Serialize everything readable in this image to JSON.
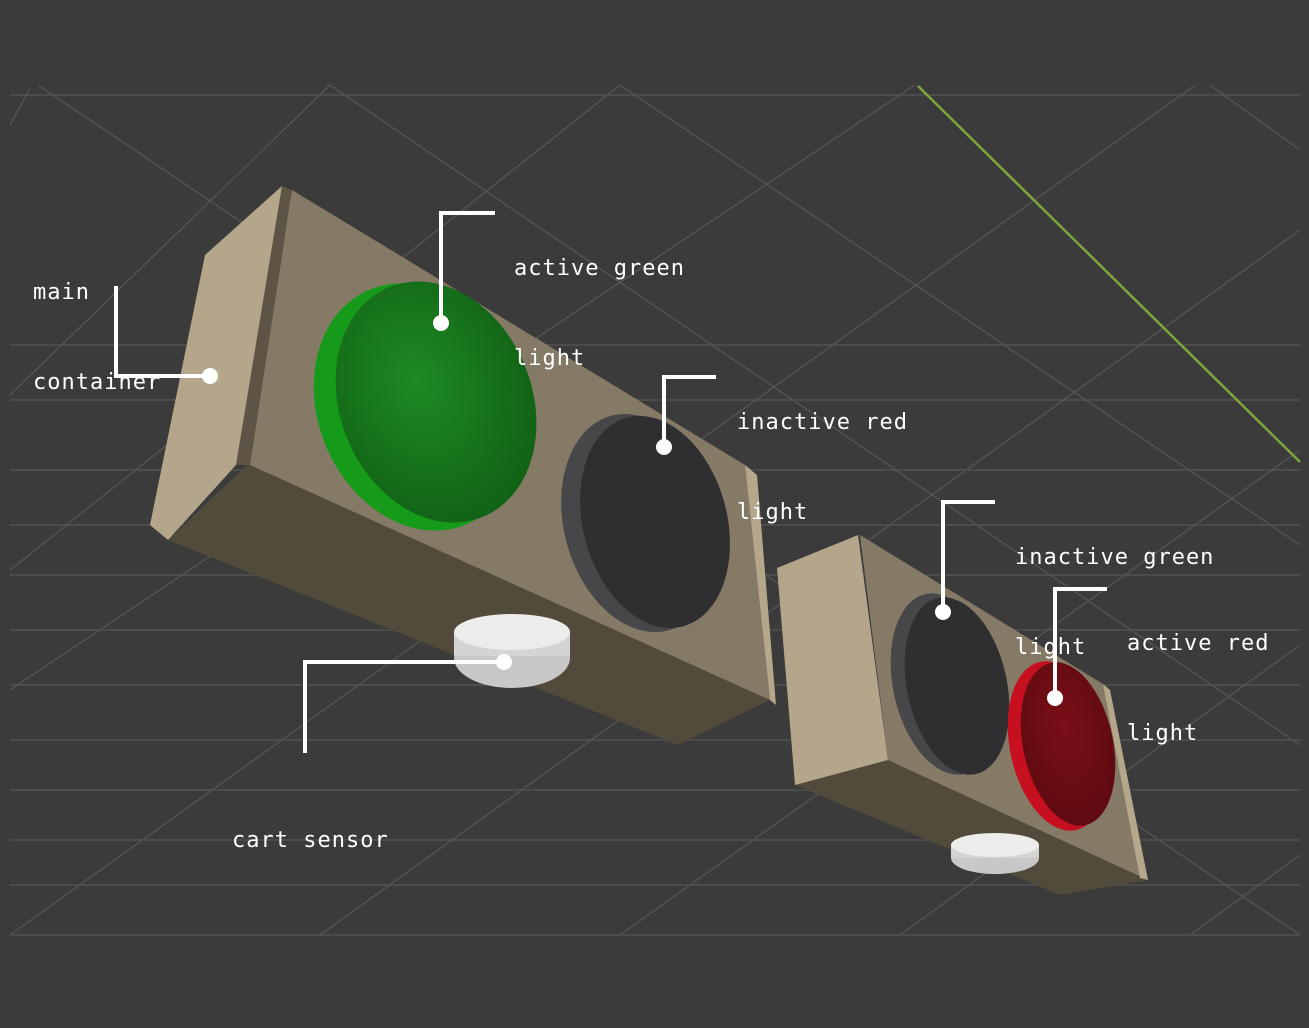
{
  "colors": {
    "background": "#3b3b3b",
    "grid": "#5a5a5a",
    "axis": "#7ea63c",
    "housing_front": "#847866",
    "housing_side": "#b3a58a",
    "housing_bottom": "#52493a",
    "green_active": "#17861a",
    "red_active": "#a0101c",
    "lens_inactive": "#2d2d2f",
    "sensor": "#bfbfbf",
    "leader": "#ffffff"
  },
  "callouts": {
    "main_container": {
      "line1": "main",
      "line2": "container"
    },
    "active_green": {
      "line1": "active green",
      "line2": "light"
    },
    "inactive_red": {
      "line1": "inactive red",
      "line2": "light"
    },
    "inactive_green": {
      "line1": "inactive green",
      "line2": "light"
    },
    "active_red": {
      "line1": "active red",
      "line2": "light"
    },
    "cart_sensor": {
      "line1": "cart sensor"
    }
  },
  "icons": {
    "large_unit": "traffic-light-green-state",
    "small_unit": "traffic-light-red-state"
  }
}
